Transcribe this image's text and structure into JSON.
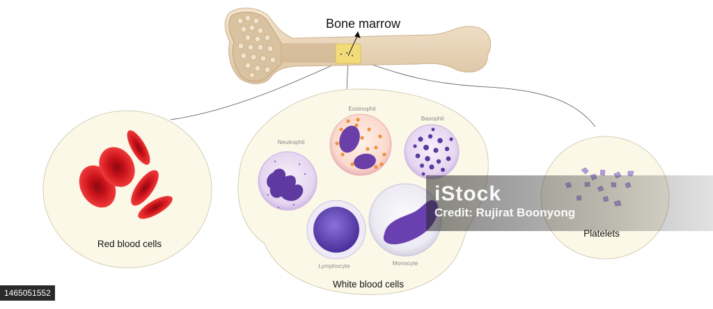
{
  "labels": {
    "bone_marrow": "Bone marrow",
    "red_blood_cells": "Red blood cells",
    "white_blood_cells": "White blood cells",
    "platelets": "Platelets"
  },
  "white_cells": {
    "neutrophil": "Neutrophil",
    "eosinophil": "Eosinophil",
    "basophil": "Basophil",
    "lymphocyte": "Lymphocyte",
    "monocyte": "Monocyte"
  },
  "watermark": {
    "logo": "iStock",
    "credit": "Credit: Rujirat Boonyong"
  },
  "image_id": "1465051552",
  "colors": {
    "bone": "#ecd9bf",
    "marrow": "#f2dc7a",
    "panel_fill": "#fbf8e8",
    "rbc": "#d8141c",
    "nucleus": "#6b3fa8",
    "eosin_granule": "#f0903a"
  }
}
